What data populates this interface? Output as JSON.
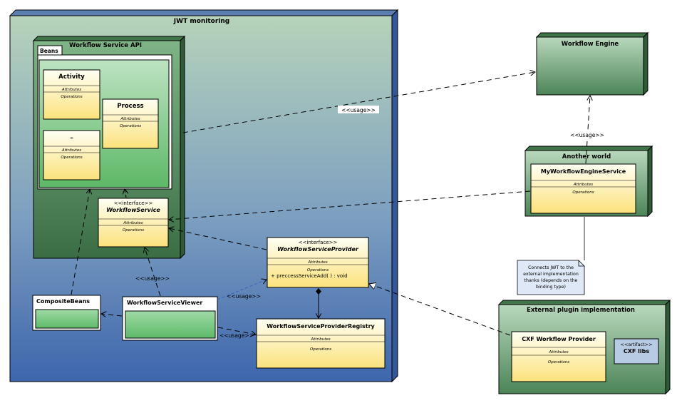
{
  "containers": {
    "jwt_monitoring": "JWT monitoring",
    "workflow_service_api": "Workflow Service API",
    "beans_tab": "Beans",
    "workflow_engine": "Workflow Engine",
    "another_world": "Another world",
    "external_plugin": "External plugin implementation"
  },
  "classes": {
    "activity": {
      "name": "Activity",
      "attributes": "Attributes",
      "operations": "Operations"
    },
    "process": {
      "name": "Process",
      "attributes": "Attributes",
      "operations": "Operations"
    },
    "unnamed": {
      "name": "–",
      "attributes": "Attributes",
      "operations": "Operations"
    },
    "workflow_service": {
      "stereotype": "<<interface>>",
      "name": "WorkflowService",
      "attributes": "Attributes",
      "operations": "Operations"
    },
    "workflow_service_provider": {
      "stereotype": "<<interface>>",
      "name": "WorkflowServiceProvider",
      "attributes": "Attributes",
      "operations": "Operations",
      "operation_1": "+ preccessServiceAdd(   ) : void"
    },
    "workflow_service_provider_registry": {
      "name": "WorkflowServiceProviderRegistry",
      "attributes": "Attributes",
      "operations": "Operations"
    },
    "my_workflow_engine_service": {
      "name": "MyWorkflowEngineService",
      "attributes": "Attributes",
      "operations": "Operations"
    },
    "cxf_workflow_provider": {
      "name": "CXF Workflow Provider",
      "attributes": "Attributes",
      "operations": "Operations"
    }
  },
  "packages": {
    "composite_beans": "CompositeBeans",
    "workflow_service_viewer": "WorkflowServiceViewer"
  },
  "artifact": {
    "stereotype": "<<artifact>>",
    "name": "CXF libs"
  },
  "note": {
    "line1": "Connects JWT to the",
    "line2": "external implementation",
    "line3": "thanks (depends on the",
    "line4": "binding type)"
  },
  "usage_labels": {
    "to_engine": "<<usage>>",
    "engine_vertical": "<<usage>>",
    "viewer_to_service": "<<usage>>",
    "viewer_to_provider": "<<usage>>",
    "viewer_to_registry": "<<usage>>"
  },
  "colors": {
    "class_fill_top": "#fffde8",
    "class_fill_bottom": "#fce47a",
    "node_green": "#5e9a66",
    "node_dark": "#3f6f48",
    "monitor_top": "#b3d1b7",
    "monitor_bottom": "#3f69ad",
    "artifact_fill": "#b8cbe4",
    "note_fill": "#dfe8f6"
  }
}
